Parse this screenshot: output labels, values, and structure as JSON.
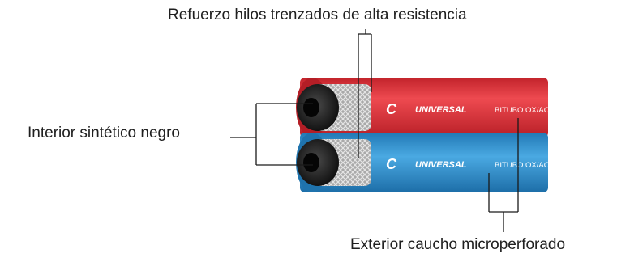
{
  "callouts": {
    "reinforcement": "Refuerzo hilos trenzados de alta resistencia",
    "interior": "Interior sintético negro",
    "exterior": "Exterior caucho microperforado"
  },
  "hoses": [
    {
      "color": "#e8343b",
      "logo": "C",
      "brand": "UNIVERSAL",
      "model": "BITUBO OX/AC"
    },
    {
      "color": "#2f93d2",
      "logo": "C",
      "brand": "UNIVERSAL",
      "model": "BITUBO OX/AC"
    }
  ],
  "colors": {
    "leader_line": "#1a1a1a",
    "inner_tube": "#1b1b1b",
    "braid": "#cfcfcf"
  }
}
